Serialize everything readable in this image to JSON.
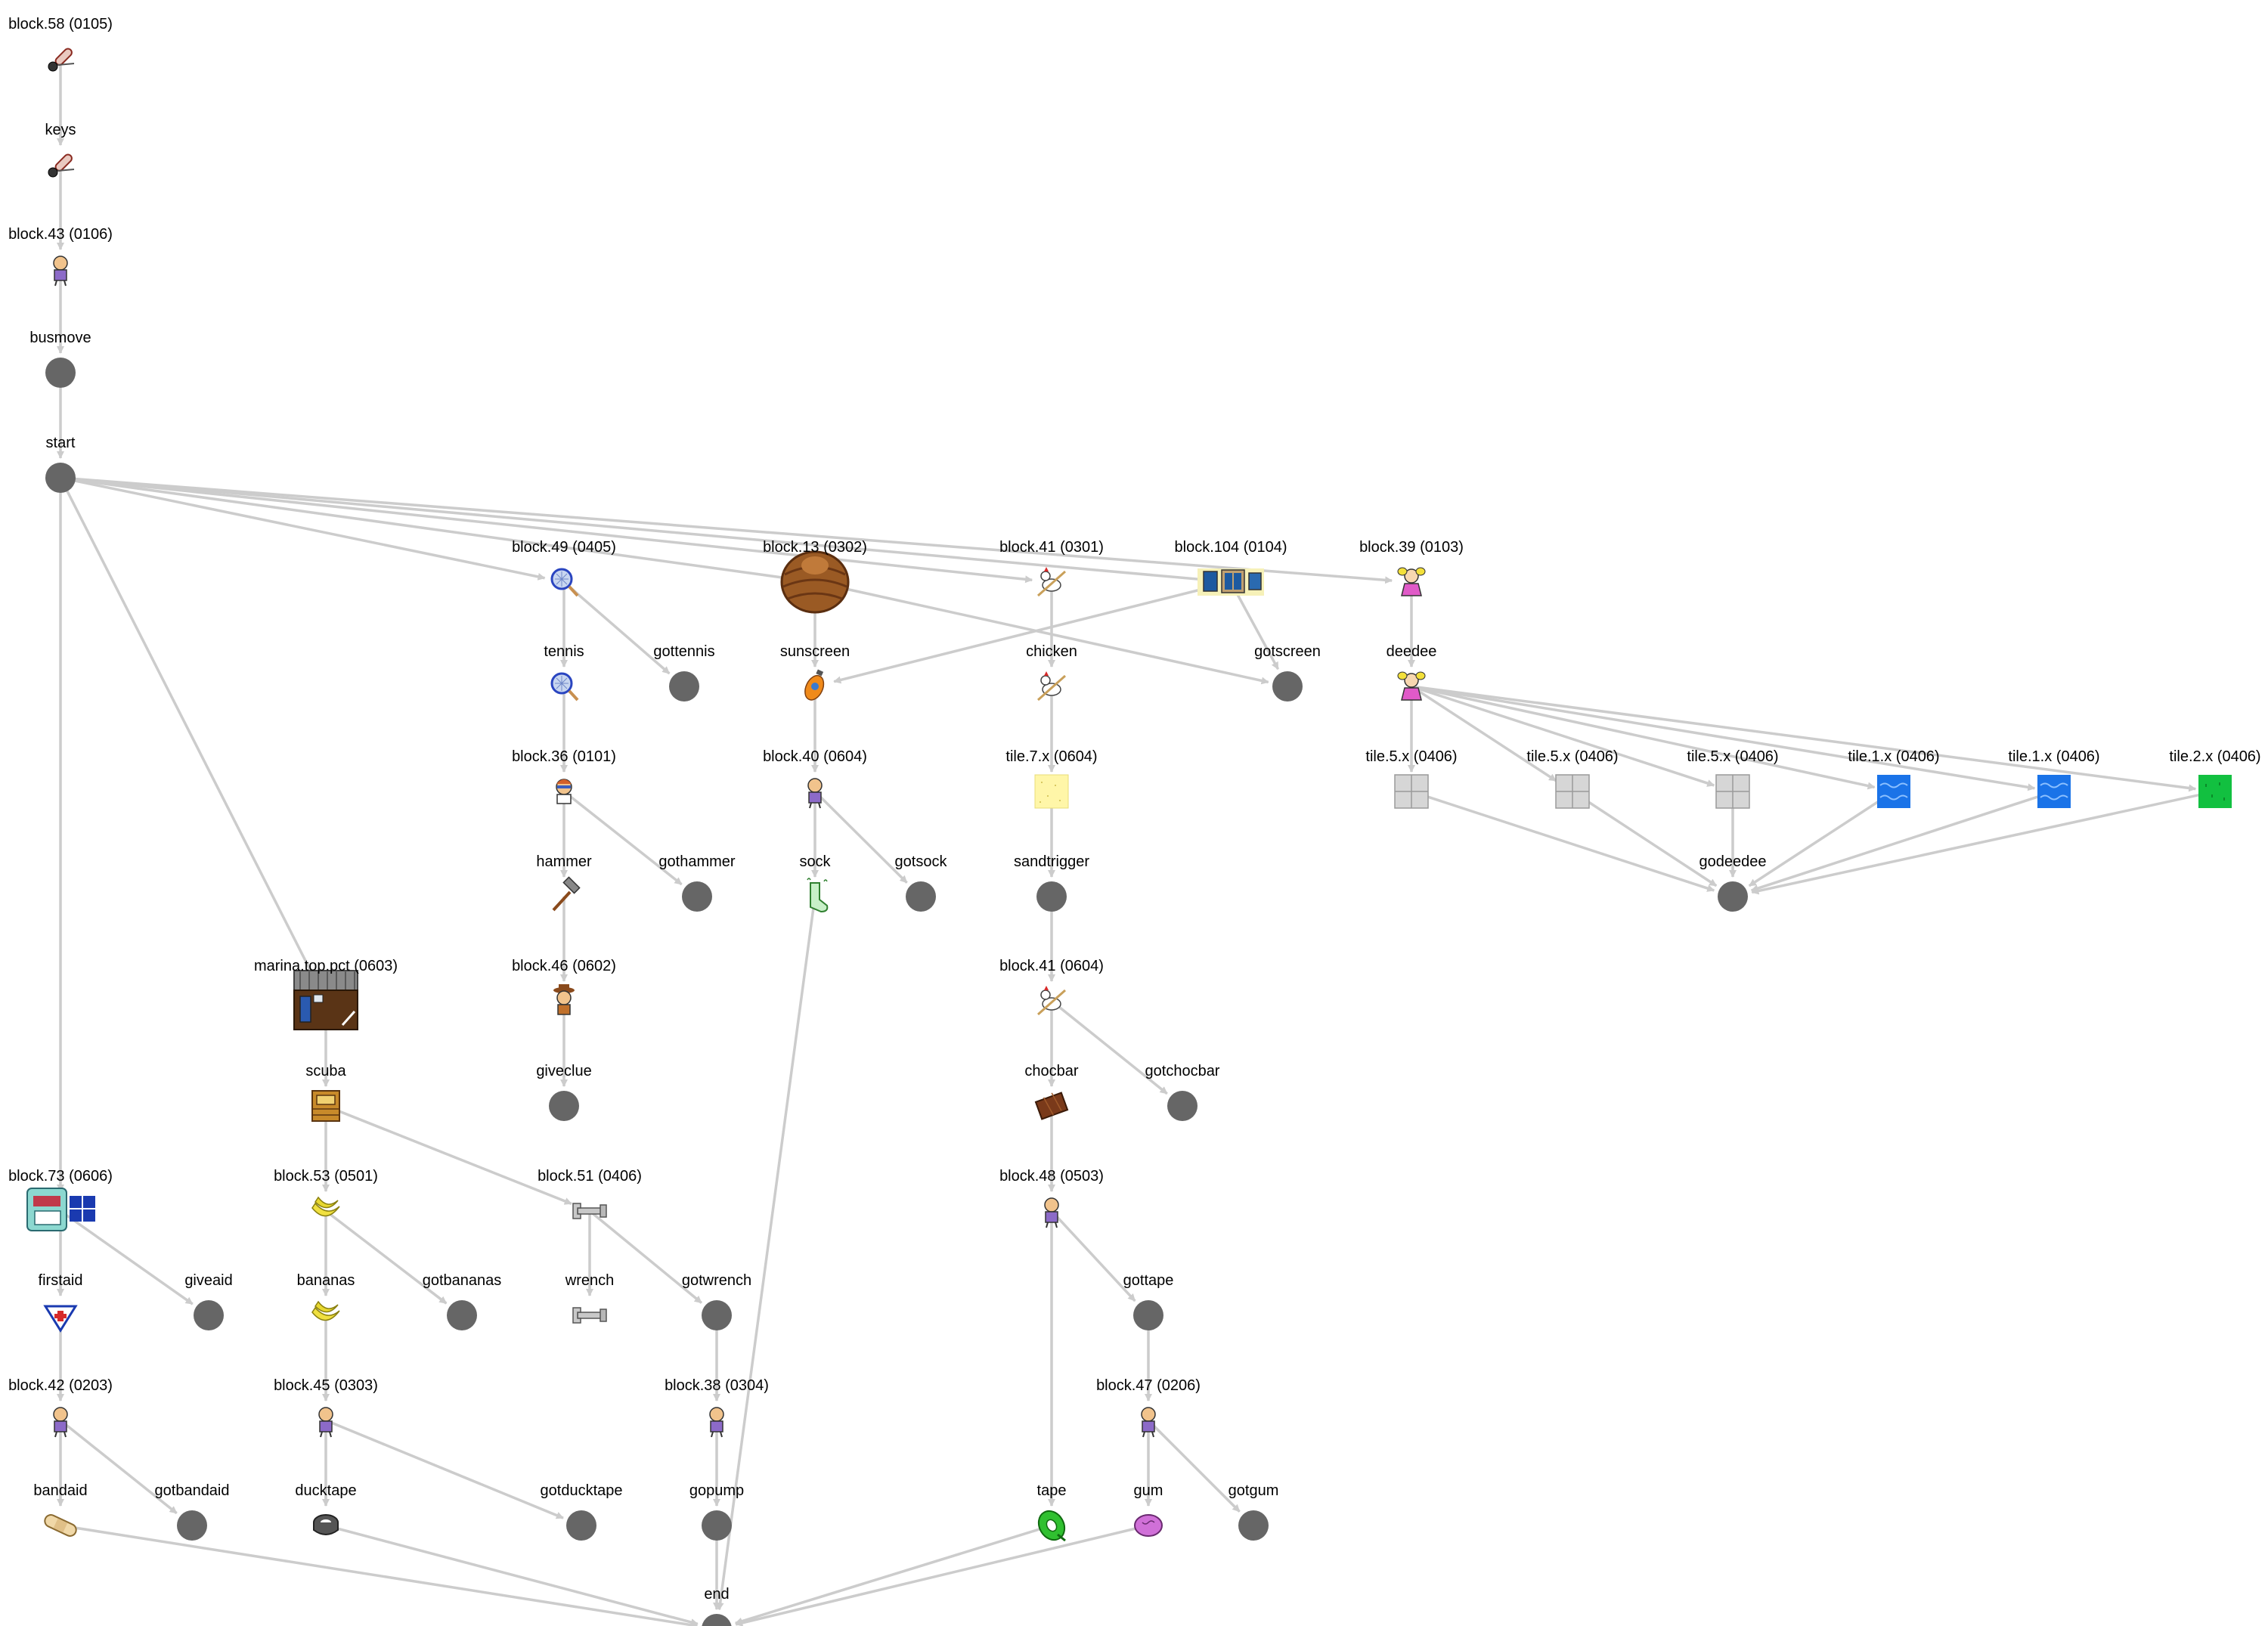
{
  "colors": {
    "edge": "#cccccc",
    "node_fill": "#666666",
    "label": "#000000"
  },
  "nodes": [
    {
      "id": "block58",
      "label": "block.58 (0105)",
      "icon": "keys-icon"
    },
    {
      "id": "keys",
      "label": "keys",
      "icon": "keys-icon"
    },
    {
      "id": "block43",
      "label": "block.43 (0106)",
      "icon": "character-icon"
    },
    {
      "id": "busmove",
      "label": "busmove",
      "icon": "circle"
    },
    {
      "id": "start",
      "label": "start",
      "icon": "circle"
    },
    {
      "id": "block49",
      "label": "block.49 (0405)",
      "icon": "tennis-racket-icon"
    },
    {
      "id": "block13",
      "label": "block.13 (0302)",
      "icon": "coconut-hut-icon"
    },
    {
      "id": "block41a",
      "label": "block.41 (0301)",
      "icon": "chicken-icon"
    },
    {
      "id": "block104",
      "label": "block.104 (0104)",
      "icon": "window-panel-icon"
    },
    {
      "id": "block39",
      "label": "block.39 (0103)",
      "icon": "deedee-icon"
    },
    {
      "id": "tennis",
      "label": "tennis",
      "icon": "tennis-racket-icon"
    },
    {
      "id": "gottennis",
      "label": "gottennis",
      "icon": "circle"
    },
    {
      "id": "sunscreen",
      "label": "sunscreen",
      "icon": "sunscreen-icon"
    },
    {
      "id": "chicken",
      "label": "chicken",
      "icon": "chicken-icon"
    },
    {
      "id": "gotscreen",
      "label": "gotscreen",
      "icon": "circle"
    },
    {
      "id": "deedee",
      "label": "deedee",
      "icon": "deedee-icon"
    },
    {
      "id": "block36",
      "label": "block.36 (0101)",
      "icon": "dexter-icon"
    },
    {
      "id": "block40",
      "label": "block.40 (0604)",
      "icon": "character-icon"
    },
    {
      "id": "tile7x",
      "label": "tile.7.x (0604)",
      "icon": "sand-tile-icon"
    },
    {
      "id": "tile5x_1",
      "label": "tile.5.x (0406)",
      "icon": "grey-tile-icon"
    },
    {
      "id": "tile5x_2",
      "label": "tile.5.x (0406)",
      "icon": "grey-tile-icon"
    },
    {
      "id": "tile5x_3",
      "label": "tile.5.x (0406)",
      "icon": "grey-tile-icon"
    },
    {
      "id": "tile1x_1",
      "label": "tile.1.x (0406)",
      "icon": "water-tile-icon"
    },
    {
      "id": "tile1x_2",
      "label": "tile.1.x (0406)",
      "icon": "water-tile-icon"
    },
    {
      "id": "tile2x",
      "label": "tile.2.x (0406)",
      "icon": "grass-tile-icon"
    },
    {
      "id": "hammer",
      "label": "hammer",
      "icon": "hammer-icon"
    },
    {
      "id": "gothammer",
      "label": "gothammer",
      "icon": "circle"
    },
    {
      "id": "sock",
      "label": "sock",
      "icon": "sock-icon"
    },
    {
      "id": "gotsock",
      "label": "gotsock",
      "icon": "circle"
    },
    {
      "id": "sandtrigger",
      "label": "sandtrigger",
      "icon": "circle"
    },
    {
      "id": "godeedee",
      "label": "godeedee",
      "icon": "circle"
    },
    {
      "id": "marina",
      "label": "marina.top.pct (0603)",
      "icon": "marina-shed-icon"
    },
    {
      "id": "block46",
      "label": "block.46 (0602)",
      "icon": "cowboy-icon"
    },
    {
      "id": "block41b",
      "label": "block.41 (0604)",
      "icon": "chicken-icon"
    },
    {
      "id": "scuba",
      "label": "scuba",
      "icon": "scuba-crate-icon"
    },
    {
      "id": "giveclue",
      "label": "giveclue",
      "icon": "circle"
    },
    {
      "id": "chocbar",
      "label": "chocbar",
      "icon": "chocolate-bar-icon"
    },
    {
      "id": "gotchocbar",
      "label": "gotchocbar",
      "icon": "circle"
    },
    {
      "id": "block73",
      "label": "block.73 (0606)",
      "icon": "first-aid-station-icon"
    },
    {
      "id": "block53",
      "label": "block.53 (0501)",
      "icon": "bananas-icon"
    },
    {
      "id": "block51",
      "label": "block.51 (0406)",
      "icon": "wrench-icon"
    },
    {
      "id": "block48",
      "label": "block.48 (0503)",
      "icon": "character-icon"
    },
    {
      "id": "firstaid",
      "label": "firstaid",
      "icon": "first-aid-kit-icon"
    },
    {
      "id": "giveaid",
      "label": "giveaid",
      "icon": "circle"
    },
    {
      "id": "bananas",
      "label": "bananas",
      "icon": "bananas-icon"
    },
    {
      "id": "gotbananas",
      "label": "gotbananas",
      "icon": "circle"
    },
    {
      "id": "wrench",
      "label": "wrench",
      "icon": "wrench-icon"
    },
    {
      "id": "gotwrench",
      "label": "gotwrench",
      "icon": "circle"
    },
    {
      "id": "gottape",
      "label": "gottape",
      "icon": "circle"
    },
    {
      "id": "block42",
      "label": "block.42 (0203)",
      "icon": "character-icon"
    },
    {
      "id": "block45",
      "label": "block.45 (0303)",
      "icon": "character-icon"
    },
    {
      "id": "block38",
      "label": "block.38 (0304)",
      "icon": "character-icon"
    },
    {
      "id": "block47",
      "label": "block.47 (0206)",
      "icon": "character-icon"
    },
    {
      "id": "bandaid",
      "label": "bandaid",
      "icon": "bandaid-icon"
    },
    {
      "id": "gotbandaid",
      "label": "gotbandaid",
      "icon": "circle"
    },
    {
      "id": "ducktape",
      "label": "ducktape",
      "icon": "duct-tape-icon"
    },
    {
      "id": "gotducktape",
      "label": "gotducktape",
      "icon": "circle"
    },
    {
      "id": "gopump",
      "label": "gopump",
      "icon": "circle"
    },
    {
      "id": "tape",
      "label": "tape",
      "icon": "tape-icon"
    },
    {
      "id": "gum",
      "label": "gum",
      "icon": "gum-icon"
    },
    {
      "id": "gotgum",
      "label": "gotgum",
      "icon": "circle"
    },
    {
      "id": "end",
      "label": "end",
      "icon": "circle"
    }
  ],
  "edges": [
    [
      "block58",
      "keys"
    ],
    [
      "keys",
      "block43"
    ],
    [
      "block43",
      "busmove"
    ],
    [
      "busmove",
      "start"
    ],
    [
      "start",
      "block49"
    ],
    [
      "start",
      "block13"
    ],
    [
      "start",
      "block41a"
    ],
    [
      "start",
      "block104"
    ],
    [
      "start",
      "block39"
    ],
    [
      "start",
      "marina"
    ],
    [
      "start",
      "block73"
    ],
    [
      "block49",
      "tennis"
    ],
    [
      "block49",
      "gottennis"
    ],
    [
      "block13",
      "sunscreen"
    ],
    [
      "block13",
      "gotscreen"
    ],
    [
      "block104",
      "sunscreen"
    ],
    [
      "block104",
      "gotscreen"
    ],
    [
      "block41a",
      "chicken"
    ],
    [
      "block39",
      "deedee"
    ],
    [
      "tennis",
      "block36"
    ],
    [
      "sunscreen",
      "block40"
    ],
    [
      "chicken",
      "tile7x"
    ],
    [
      "deedee",
      "tile5x_1"
    ],
    [
      "deedee",
      "tile5x_2"
    ],
    [
      "deedee",
      "tile5x_3"
    ],
    [
      "deedee",
      "tile1x_1"
    ],
    [
      "deedee",
      "tile1x_2"
    ],
    [
      "deedee",
      "tile2x"
    ],
    [
      "tile5x_1",
      "godeedee"
    ],
    [
      "tile5x_2",
      "godeedee"
    ],
    [
      "tile5x_3",
      "godeedee"
    ],
    [
      "tile1x_1",
      "godeedee"
    ],
    [
      "tile1x_2",
      "godeedee"
    ],
    [
      "tile2x",
      "godeedee"
    ],
    [
      "block36",
      "hammer"
    ],
    [
      "block36",
      "gothammer"
    ],
    [
      "block40",
      "sock"
    ],
    [
      "block40",
      "gotsock"
    ],
    [
      "tile7x",
      "sandtrigger"
    ],
    [
      "hammer",
      "block46"
    ],
    [
      "block46",
      "giveclue"
    ],
    [
      "sandtrigger",
      "block41b"
    ],
    [
      "block41b",
      "chocbar"
    ],
    [
      "block41b",
      "gotchocbar"
    ],
    [
      "marina",
      "scuba"
    ],
    [
      "scuba",
      "block53"
    ],
    [
      "scuba",
      "block51"
    ],
    [
      "chocbar",
      "block48"
    ],
    [
      "block73",
      "firstaid"
    ],
    [
      "block73",
      "giveaid"
    ],
    [
      "block53",
      "bananas"
    ],
    [
      "block53",
      "gotbananas"
    ],
    [
      "block51",
      "wrench"
    ],
    [
      "block51",
      "gotwrench"
    ],
    [
      "block48",
      "tape"
    ],
    [
      "block48",
      "gottape"
    ],
    [
      "firstaid",
      "block42"
    ],
    [
      "bananas",
      "block45"
    ],
    [
      "gotwrench",
      "block38"
    ],
    [
      "gottape",
      "block47"
    ],
    [
      "block42",
      "bandaid"
    ],
    [
      "block42",
      "gotbandaid"
    ],
    [
      "block45",
      "ducktape"
    ],
    [
      "block45",
      "gotducktape"
    ],
    [
      "block38",
      "gopump"
    ],
    [
      "block47",
      "gum"
    ],
    [
      "block47",
      "gotgum"
    ],
    [
      "sock",
      "end"
    ],
    [
      "bandaid",
      "end"
    ],
    [
      "ducktape",
      "end"
    ],
    [
      "gopump",
      "end"
    ],
    [
      "tape",
      "end"
    ],
    [
      "gum",
      "end"
    ]
  ]
}
